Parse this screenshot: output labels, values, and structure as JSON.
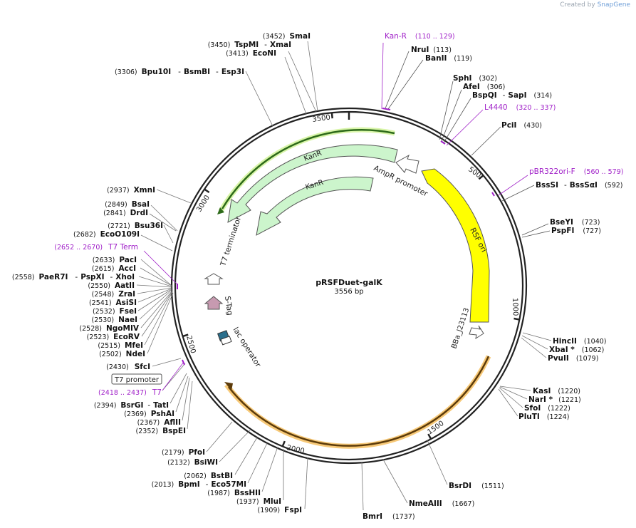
{
  "branding": {
    "created_by": "Created by",
    "app": "SnapGene"
  },
  "plasmid": {
    "name": "pRSFDuet-galK",
    "size_label": "3556 bp",
    "length": 3556
  },
  "colors": {
    "enzyme": "#000000",
    "primer": "#a020c8",
    "backbone": "#222222"
  },
  "scale_ticks": [
    "500",
    "1000",
    "1500",
    "2000",
    "2500",
    "3000",
    "3500"
  ],
  "features": [
    {
      "label": "KanR",
      "color": "#ccf5cc"
    },
    {
      "label": "KanR",
      "color": "#ccf5cc"
    },
    {
      "label": "AmpR promoter",
      "color": "#ffffff"
    },
    {
      "label": "RSF ori",
      "color": "#ffff00"
    },
    {
      "label": "BBa_J23113",
      "color": "#ffffff"
    },
    {
      "label": "lac operator",
      "color": "#2b6f8c"
    },
    {
      "label": "S-Tag",
      "color": "#c79ab0"
    },
    {
      "label": "T7 terminator",
      "color": "#ffffff"
    }
  ],
  "enzymes_right": [
    {
      "name": "NruI",
      "pos": "(113)"
    },
    {
      "name": "BanII",
      "pos": "(119)"
    },
    {
      "name": "SphI",
      "pos": "(302)"
    },
    {
      "name": "AfeI",
      "pos": "(306)"
    },
    {
      "name": "BspQI",
      "alt": "SapI",
      "pos": "(314)"
    },
    {
      "name": "PciI",
      "pos": "(430)"
    },
    {
      "name": "BssSI",
      "alt": "BssSαI",
      "pos": "(592)"
    },
    {
      "name": "BseYI",
      "pos": "(723)"
    },
    {
      "name": "PspFI",
      "pos": "(727)"
    },
    {
      "name": "HincII",
      "pos": "(1040)"
    },
    {
      "name": "XbaI *",
      "pos": "(1062)"
    },
    {
      "name": "PvuII",
      "pos": "(1079)"
    },
    {
      "name": "KasI",
      "pos": "(1220)"
    },
    {
      "name": "NarI *",
      "pos": "(1221)"
    },
    {
      "name": "SfoI",
      "pos": "(1222)"
    },
    {
      "name": "PluTI",
      "pos": "(1224)"
    },
    {
      "name": "BsrDI",
      "pos": "(1511)"
    },
    {
      "name": "NmeAIII",
      "pos": "(1667)"
    },
    {
      "name": "BmrI",
      "pos": "(1737)"
    }
  ],
  "enzymes_left": [
    {
      "name": "SmaI",
      "pos": "(3452)"
    },
    {
      "name": "TspMI",
      "alt": "XmaI",
      "pos": "(3450)"
    },
    {
      "name": "EcoNI",
      "pos": "(3413)"
    },
    {
      "name": "Bpu10I",
      "alt": "BsmBI",
      "alt2": "Esp3I",
      "pos": "(3306)"
    },
    {
      "name": "XmnI",
      "pos": "(2937)"
    },
    {
      "name": "BsaI",
      "pos": "(2849)"
    },
    {
      "name": "DrdI",
      "pos": "(2841)"
    },
    {
      "name": "Bsu36I",
      "pos": "(2721)"
    },
    {
      "name": "EcoO109I",
      "pos": "(2682)"
    },
    {
      "name": "PacI",
      "pos": "(2633)"
    },
    {
      "name": "AccI",
      "pos": "(2615)"
    },
    {
      "name": "PaeR7I",
      "alt": "PspXI",
      "alt2": "XhoI",
      "pos": "(2558)"
    },
    {
      "name": "AatII",
      "pos": "(2550)"
    },
    {
      "name": "ZraI",
      "pos": "(2548)"
    },
    {
      "name": "AsiSI",
      "pos": "(2541)"
    },
    {
      "name": "FseI",
      "pos": "(2532)"
    },
    {
      "name": "NaeI",
      "pos": "(2530)"
    },
    {
      "name": "NgoMIV",
      "pos": "(2528)"
    },
    {
      "name": "EcoRV",
      "pos": "(2523)"
    },
    {
      "name": "MfeI",
      "pos": "(2515)"
    },
    {
      "name": "NdeI",
      "pos": "(2502)"
    },
    {
      "name": "SfcI",
      "pos": "(2430)"
    },
    {
      "name": "BsrGI",
      "alt": "TatI",
      "pos": "(2394)"
    },
    {
      "name": "PshAI",
      "pos": "(2369)"
    },
    {
      "name": "AflII",
      "pos": "(2367)"
    },
    {
      "name": "BspEI",
      "pos": "(2352)"
    },
    {
      "name": "PfoI",
      "pos": "(2179)"
    },
    {
      "name": "BsiWI",
      "pos": "(2132)"
    },
    {
      "name": "BstBI",
      "pos": "(2062)"
    },
    {
      "name": "BpmI",
      "alt": "Eco57MI",
      "pos": "(2013)"
    },
    {
      "name": "BssHII",
      "pos": "(1987)"
    },
    {
      "name": "MluI",
      "pos": "(1937)"
    },
    {
      "name": "FspI",
      "pos": "(1909)"
    }
  ],
  "primers": [
    {
      "name": "Kan-R",
      "range": "(110 .. 129)"
    },
    {
      "name": "L4440",
      "range": "(320 .. 337)"
    },
    {
      "name": "pBR322ori-F",
      "range": "(560 .. 579)"
    },
    {
      "name": "T7 Term",
      "range": "(2652 .. 2670)"
    },
    {
      "name": "T7",
      "range": "(2418 .. 2437)"
    }
  ],
  "boxed_feature": {
    "label": "T7 promoter"
  }
}
